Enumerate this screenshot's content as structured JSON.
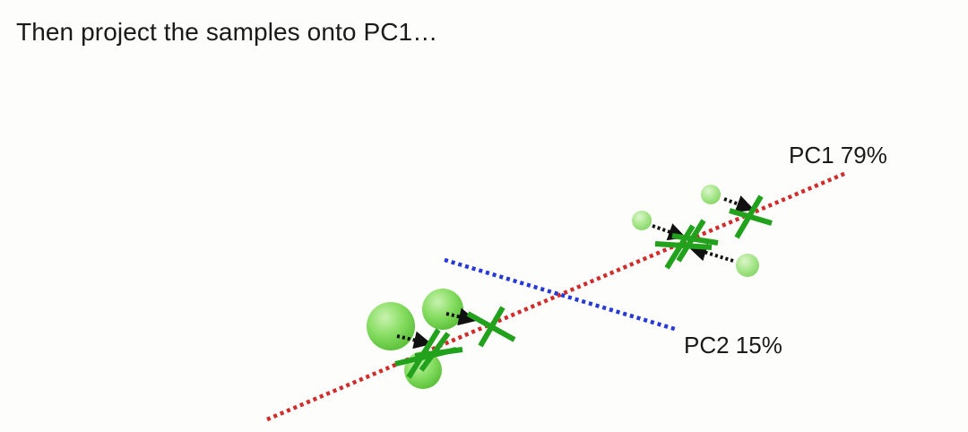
{
  "title": "Then project the samples onto PC1…",
  "axes": [
    {
      "id": "pc1",
      "label": "PC1 79%",
      "color": "#d12c2c"
    },
    {
      "id": "pc2",
      "label": "PC2 15%",
      "color": "#2638d6"
    }
  ],
  "colors": {
    "sample_fill": "#7ed957",
    "projection_mark": "#22a11c",
    "arrow": "#111111",
    "background": "#fdfdfb"
  },
  "icons": {
    "sample": "green-sphere",
    "projection": "green-x-mark",
    "projection_arrow": "dotted-arrow"
  }
}
